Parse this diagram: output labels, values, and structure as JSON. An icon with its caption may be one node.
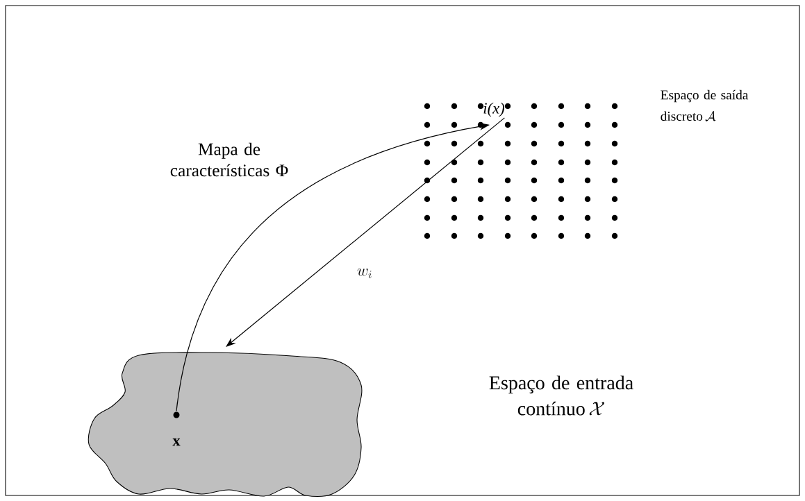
{
  "diagram": {
    "nodes": [
      {
        "text": [],
        "shape": "cloud"
      },
      {
        "text": [
          "x"
        ],
        "in": 0
      },
      {
        "text": [
          "i(x)"
        ]
      }
    ],
    "edges": [
      {
        "from": 1,
        "to": 2,
        "arrow": "to"
      },
      {
        "from": 2,
        "to": 0,
        "arrow": "to",
        "label": "w_i"
      }
    ],
    "labels": [
      "Mapa de características Φ",
      "Espaço de saída discreto",
      "\\mathcal{A}",
      "Espaço de entrada contínuo",
      "\\mathcal{X}"
    ]
  }
}
